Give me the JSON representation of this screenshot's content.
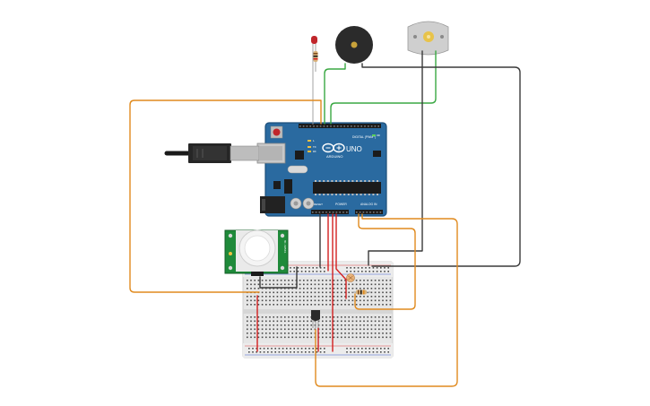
{
  "board": {
    "model": "UNO",
    "brand": "ARDUINO",
    "digital_label": "DIGITAL (PWM~)",
    "power_label": "POWER",
    "analog_label": "ANALOG IN",
    "reset_label": "RESET",
    "led_labels": [
      "L",
      "TX",
      "RX",
      "ON"
    ]
  },
  "pir_sensor": {
    "side_label": "HC-SR501"
  },
  "colors": {
    "board": "#2a6aa0",
    "board_edge": "#1d4f7a",
    "pir_pcb": "#1f8a3a",
    "breadboard": "#e6e6e6",
    "wire_orange": "#e08a1e",
    "wire_black": "#3a3a3a",
    "wire_red": "#d32020",
    "wire_green": "#3aa843",
    "led": "#c0262b",
    "buzzer": "#2b2b2b",
    "motor": "#c8c8c8"
  },
  "icons": [
    "usb-cable-icon",
    "led-icon",
    "buzzer-icon",
    "dc-motor-icon",
    "resistor-icon",
    "photoresistor-icon",
    "temperature-sensor-icon",
    "pir-sensor-icon"
  ]
}
